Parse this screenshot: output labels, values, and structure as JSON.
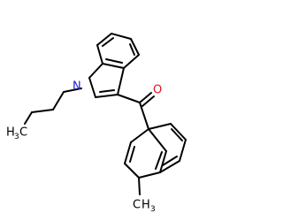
{
  "molecule": {
    "atoms": {
      "nitrogen": "N",
      "oxygen": "O",
      "methyl_c": "C",
      "methyl_h": "H",
      "methyl_sub": "3",
      "butyl_h": "H",
      "butyl_sub": "3",
      "butyl_c": "C"
    }
  },
  "colors": {
    "bond": "#000000",
    "nitrogen": "#1a1ad6",
    "oxygen": "#e0141c",
    "carbon_label": "#000000"
  }
}
